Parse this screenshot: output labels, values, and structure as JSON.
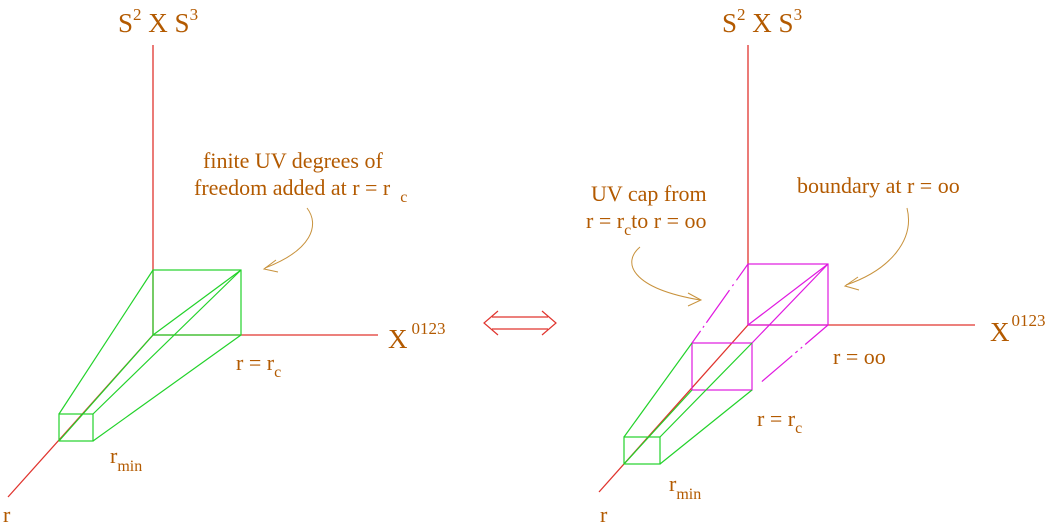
{
  "left": {
    "y_axis_label": {
      "base": "S",
      "exp1": "2",
      "mid": " X ",
      "base2": "S",
      "exp2": "3"
    },
    "x_axis_label": {
      "base": "X",
      "exp": "0123"
    },
    "r_axis_label": "r",
    "annotation_line1": "finite UV degrees of",
    "annotation_line2": "freedom added at r = r",
    "annotation_sub": "c",
    "rc_label": {
      "base": "r = r",
      "sub": "c"
    },
    "rmin_label": {
      "base": "r",
      "sub": "min"
    }
  },
  "equivalence": "⟺",
  "right": {
    "y_axis_label": {
      "base": "S",
      "exp1": "2",
      "mid": " X ",
      "base2": "S",
      "exp2": "3"
    },
    "x_axis_label": {
      "base": "X",
      "exp": "0123"
    },
    "r_axis_label": "r",
    "cap_line1": "UV cap from",
    "cap_line2a": "r = r",
    "cap_line2sub": "c",
    "cap_line2b": "to r =  oo",
    "boundary_label": "boundary at r =   oo",
    "rinf_label": "r =  oo",
    "rc_label": {
      "base": "r = r",
      "sub": "c"
    },
    "rmin_label": {
      "base": "r",
      "sub": "min"
    }
  },
  "colors": {
    "axis": "#e0342e",
    "text": "#b35a00",
    "box": "#22d22a",
    "cap": "#e019e0",
    "arrow": "#c8923c"
  }
}
